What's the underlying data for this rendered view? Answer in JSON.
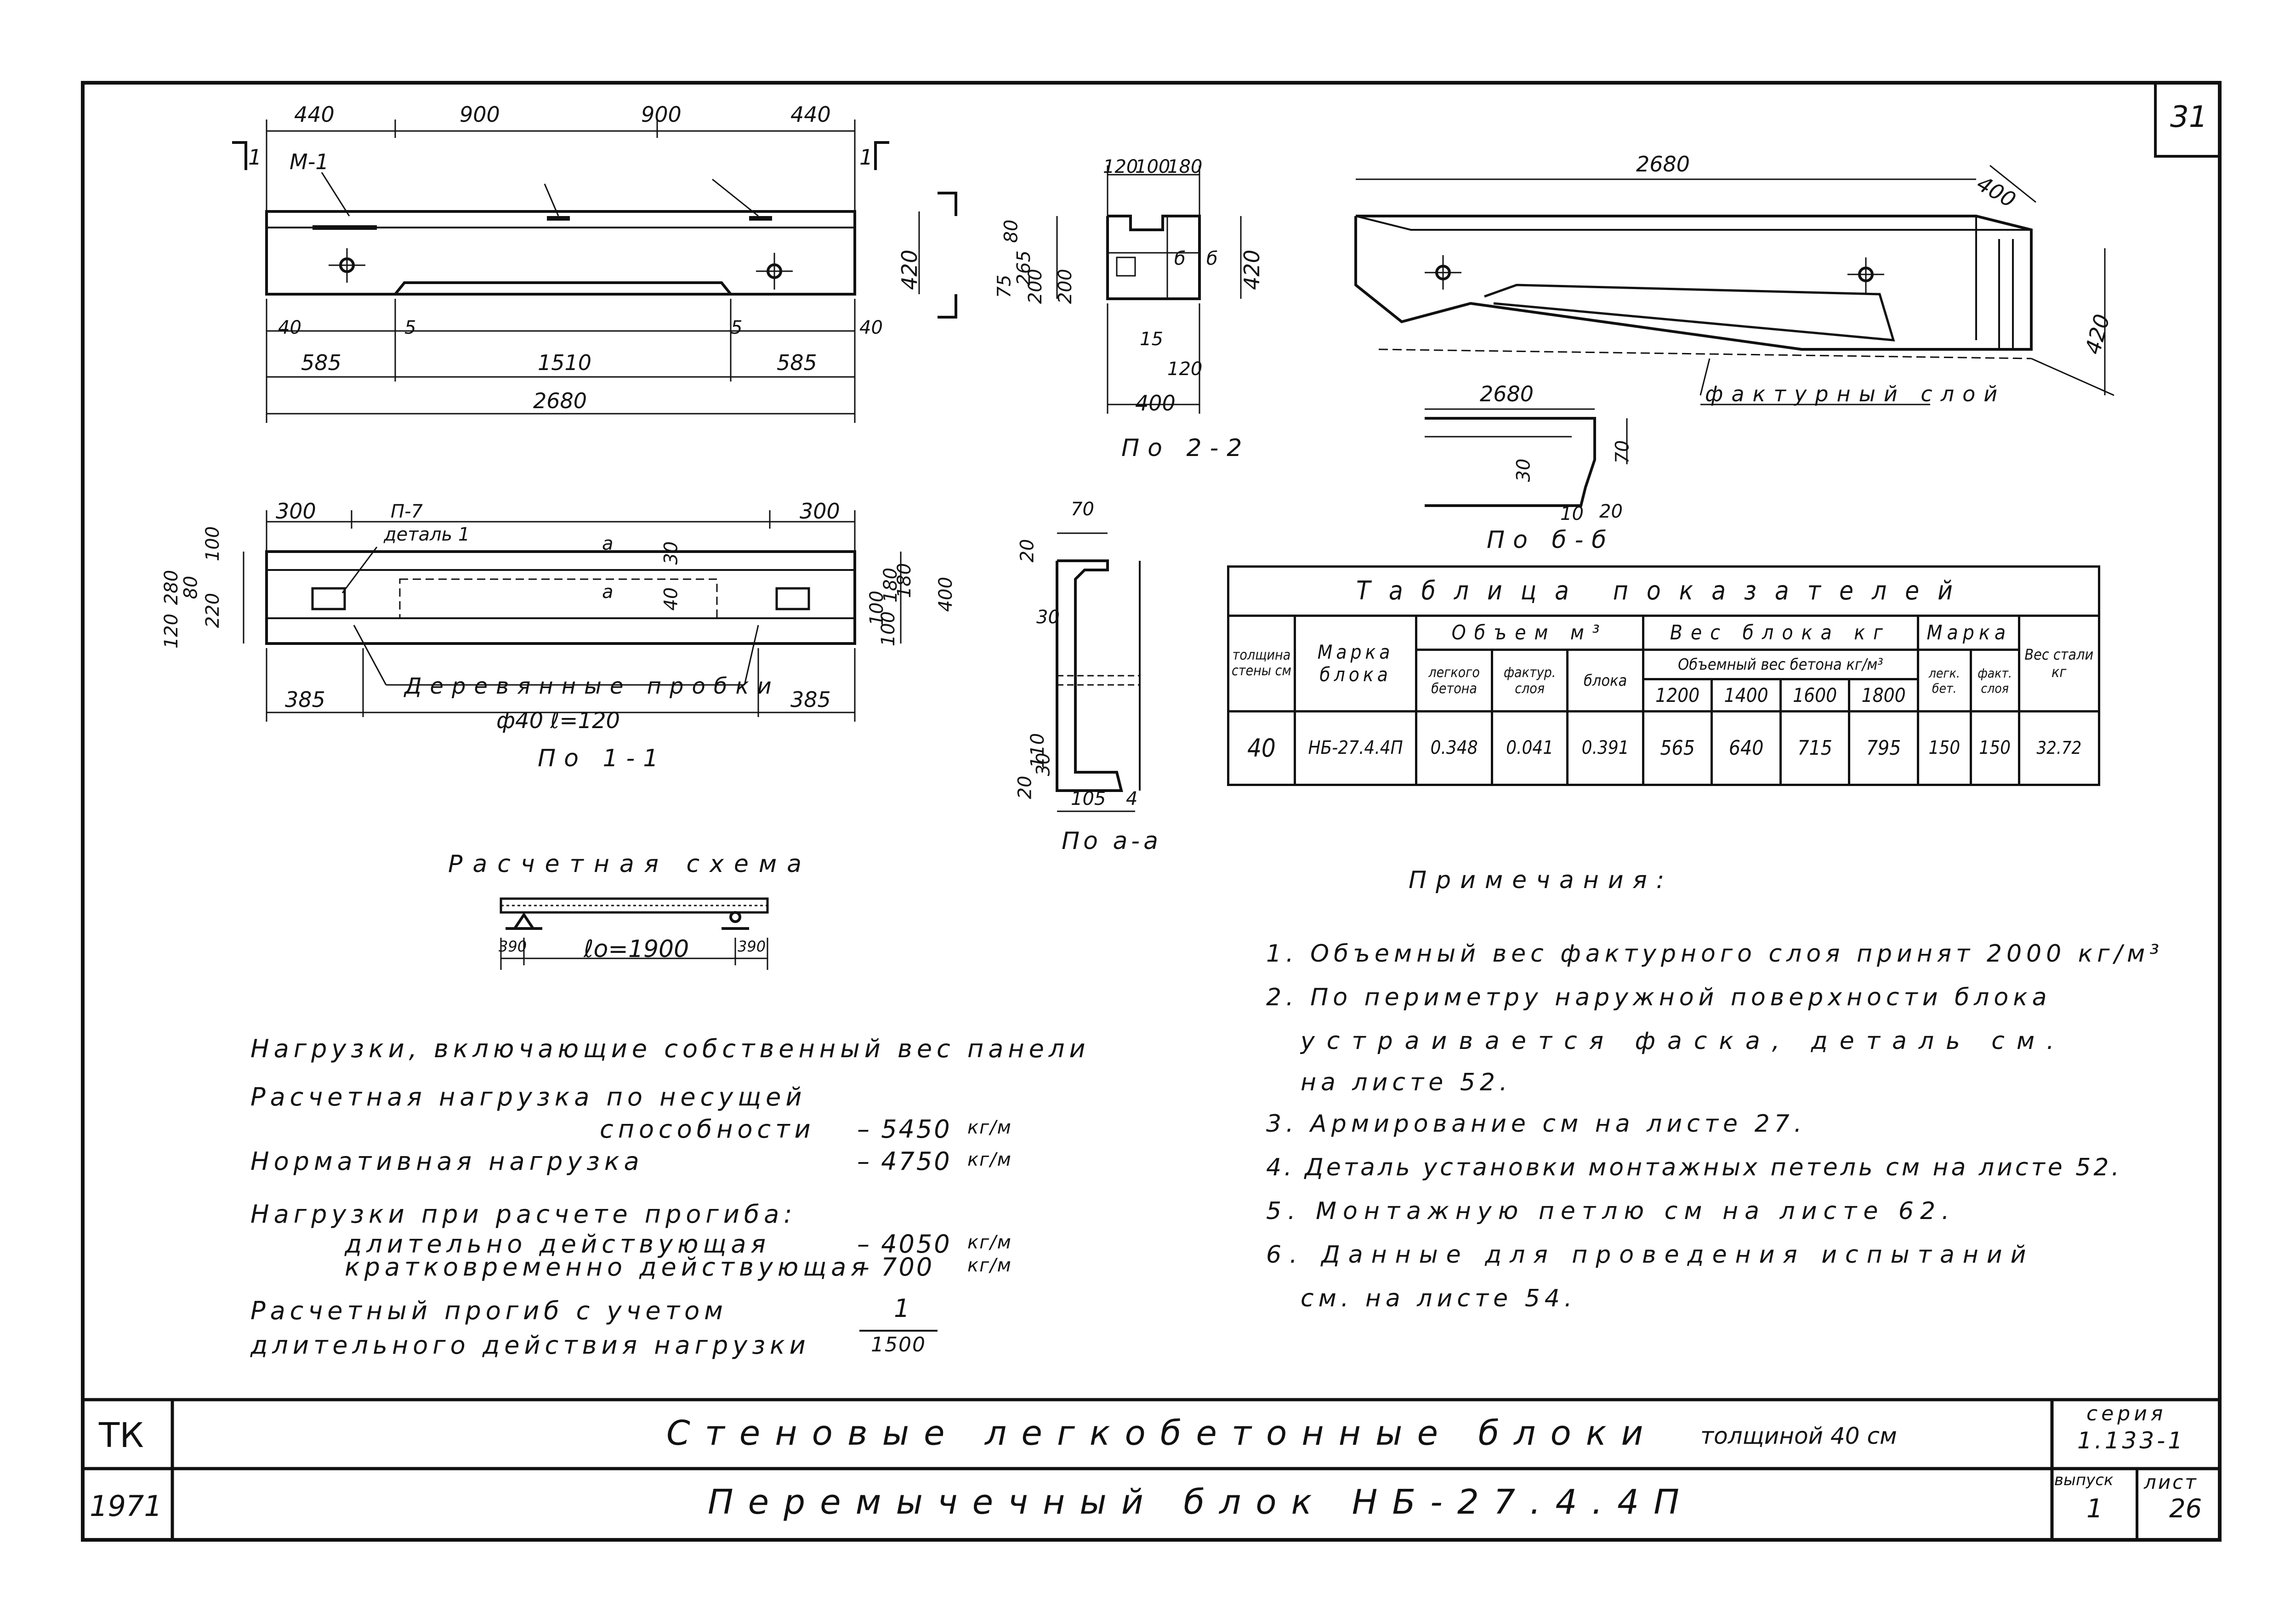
{
  "sheet_corner_number": "31",
  "front_view": {
    "dims_top": [
      "440",
      "900",
      "900",
      "440"
    ],
    "section_marks": [
      "1",
      "1"
    ],
    "label_m1": "М-1",
    "dims_side": [
      "420"
    ],
    "dims_bottom_small": [
      "40",
      "5",
      "5",
      "40"
    ],
    "dims_bottom": [
      "585",
      "1510",
      "585"
    ],
    "dim_total": "2680"
  },
  "section_2_2": {
    "dims_top": [
      "120",
      "100",
      "180"
    ],
    "dims_left": [
      "75",
      "265",
      "80",
      "200",
      "200"
    ],
    "dims_right": [
      "420"
    ],
    "labels_inner": [
      "б",
      "б"
    ],
    "dims_bottom": [
      "15",
      "120",
      "400"
    ],
    "caption": "По 2-2"
  },
  "iso_view": {
    "dim_length": "2680",
    "dim_depth": "400",
    "dim_height": "420",
    "facing_label": "фактурный слой"
  },
  "section_b_b": {
    "dim_length": "2680",
    "dims": [
      "30",
      "70",
      "10",
      "20"
    ],
    "caption": "По б-б"
  },
  "section_1_1": {
    "dims_top": [
      "300",
      "300"
    ],
    "label_p7": "П-7",
    "label_detail": "деталь 1",
    "marks": [
      "а",
      "а",
      "30",
      "40"
    ],
    "dims_left": [
      "100",
      "280",
      "80",
      "220",
      "120"
    ],
    "dims_right": [
      "180",
      "400",
      "100",
      "100",
      "180"
    ],
    "dims_bottom": [
      "385",
      "385"
    ],
    "plugs_label": "Деревянные пробки",
    "plugs_spec": "ф40   ℓ=120",
    "caption": "По 1-1"
  },
  "section_a_a": {
    "dims": [
      "70",
      "20",
      "30",
      "20",
      "110",
      "30",
      "105",
      "4"
    ],
    "caption": "По а-а"
  },
  "calc_scheme": {
    "title": "Расчетная схема",
    "span": "ℓo=1900",
    "supports": [
      "390",
      "390"
    ]
  },
  "loads": {
    "heading": "Нагрузки, включающие собственный вес панели",
    "line1a": "Расчетная нагрузка по несущей",
    "line1b": "способности",
    "value1": "– 5450",
    "unit1": "кг/м",
    "line2": "Нормативная нагрузка",
    "value2": "– 4750",
    "unit2": "кг/м",
    "heading2": "Нагрузки при расчете прогиба:",
    "line3": "длительно действующая",
    "value3": "– 4050",
    "unit3": "кг/м",
    "line4": "кратковременно действующая",
    "value4": "– 700",
    "unit4": "кг/м",
    "line5a": "Расчетный прогиб с учетом",
    "line5b": "длительного действия нагрузки",
    "fraction_num": "1",
    "fraction_den": "1500"
  },
  "indicator_table": {
    "title": "Таблица показателей",
    "col_wall": "толщина стены см",
    "col_mark": "Марка блока",
    "col_volume": "Объем м³",
    "col_vol_light": "легкого бетона",
    "col_vol_fact": "фактур. слоя",
    "col_vol_block": "блока",
    "col_weight": "Вес блока кг",
    "col_weight_sub": "Объемный вес бетона кг/м³",
    "densities": [
      "1200",
      "1400",
      "1600",
      "1800"
    ],
    "col_grade": "Марка",
    "col_grade_light": "легк. бет.",
    "col_grade_fact": "факт. слоя",
    "col_steel": "Вес стали кг",
    "row": [
      "40",
      "НБ-27.4.4П",
      "0.348",
      "0.041",
      "0.391",
      "565",
      "640",
      "715",
      "795",
      "150",
      "150",
      "32.72"
    ]
  },
  "notes": {
    "title": "Примечания:",
    "items": [
      "1. Объемный вес фактурного слоя принят 2000 кг/м³",
      "2. По периметру наружной поверхности блока",
      "устраивается фаска, деталь см.",
      "на листе 52.",
      "3. Армирование см на листе 27.",
      "4. Деталь установки монтажных петель см на листе 52.",
      "5. Монтажную петлю см на листе 62.",
      "6. Данные для проведения испытаний",
      "см. на листе 54."
    ]
  },
  "title_block": {
    "org": "ТК",
    "year": "1971",
    "title_main": "Стеновые легкобетонные блоки",
    "title_suffix": "толщиной 40 см",
    "title_sub": "Перемычечный блок НБ-27.4.4П",
    "series_label": "серия",
    "series": "1.133-1",
    "issue_label": "выпуск",
    "issue": "1",
    "sheet_label": "лист",
    "sheet": "26"
  }
}
